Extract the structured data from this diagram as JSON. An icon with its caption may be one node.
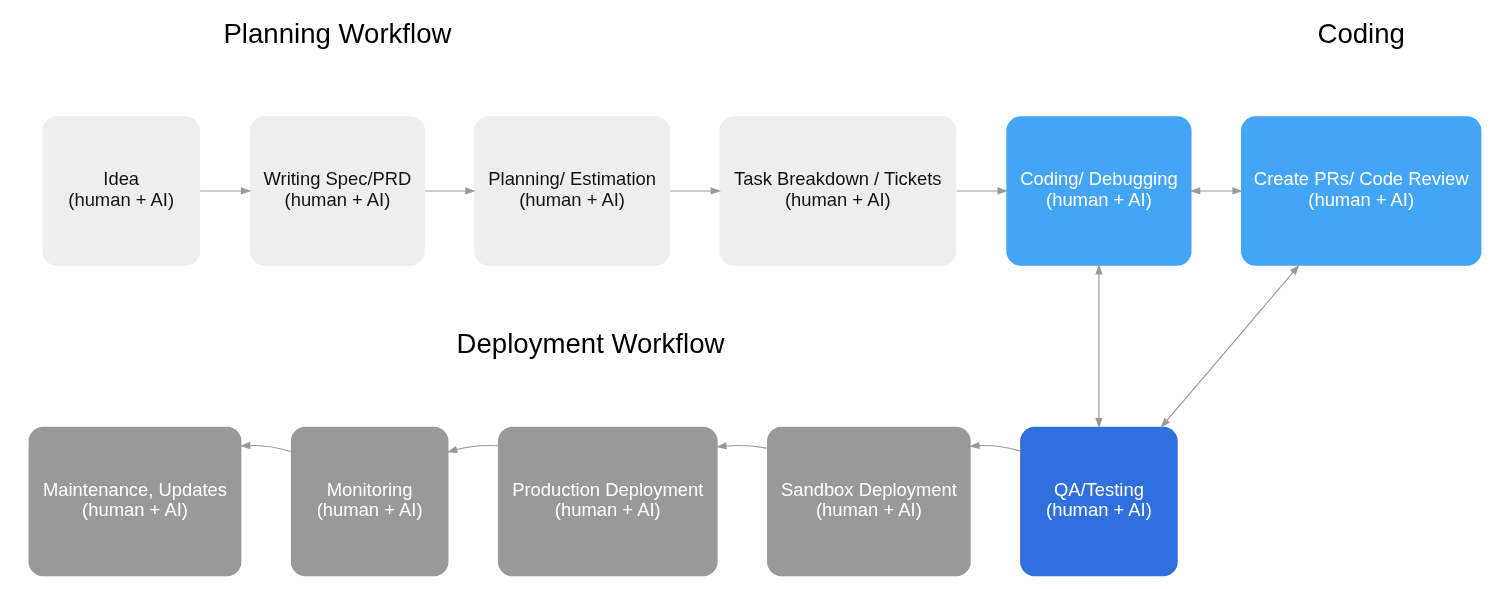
{
  "diagram": {
    "nodes": [
      {
        "text": [
          "Idea",
          "(human + AI)"
        ]
      },
      {
        "text": [
          "Writing Spec/PRD",
          "(human + AI)"
        ]
      },
      {
        "text": [
          "Planning/ Estimation",
          "(human + AI)"
        ]
      },
      {
        "text": [
          "Task Breakdown / Tickets",
          "(human + AI)"
        ]
      },
      {
        "text": [
          "Coding/ Debugging",
          "(human + AI)"
        ]
      },
      {
        "text": [
          "Create PRs/ Code Review",
          "(human + AI)"
        ]
      },
      {
        "text": [
          "QA/Testing",
          "(human + AI)"
        ]
      },
      {
        "text": [
          "Sandbox Deployment",
          "(human + AI)"
        ]
      },
      {
        "text": [
          "Production Deployment",
          "(human + AI)"
        ]
      },
      {
        "text": [
          "Monitoring",
          "(human + AI)"
        ]
      },
      {
        "text": [
          "Maintenance, Updates",
          "(human + AI)"
        ]
      }
    ],
    "edges": [
      {
        "from": 0,
        "to": 1,
        "arrow": "to"
      },
      {
        "from": 1,
        "to": 2,
        "arrow": "to"
      },
      {
        "from": 2,
        "to": 3,
        "arrow": "to"
      },
      {
        "from": 3,
        "to": 4,
        "arrow": "to"
      },
      {
        "from": 4,
        "to": 5,
        "arrow": "both"
      },
      {
        "from": 4,
        "to": 6,
        "arrow": "both"
      },
      {
        "from": 5,
        "to": 6,
        "arrow": "both"
      },
      {
        "from": 6,
        "to": 7,
        "arrow": "to"
      },
      {
        "from": 7,
        "to": 8,
        "arrow": "to"
      },
      {
        "from": 8,
        "to": 9,
        "arrow": "to"
      },
      {
        "from": 9,
        "to": 10,
        "arrow": "to"
      }
    ],
    "labels": [
      "Planning Workflow",
      "Coding",
      "Deployment Workflow"
    ]
  }
}
